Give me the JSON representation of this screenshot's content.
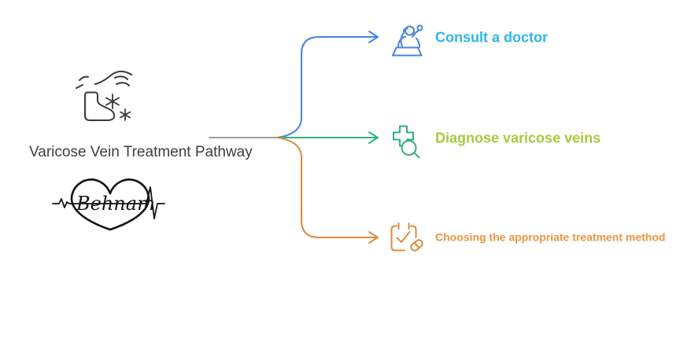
{
  "page": {
    "background": "#ffffff"
  },
  "root_node": {
    "title": "Varicose Vein Treatment Pathway",
    "icon": "foot-massage-icon"
  },
  "watermark": {
    "name": "Behnam",
    "icon": "heart-heartbeat-logo"
  },
  "connector": {
    "stem_color": "#9e9e9e"
  },
  "branches": [
    {
      "label": "Consult a doctor",
      "icon": "online-doctor-icon",
      "line_color": "#4484dd",
      "label_color": "#2ab5f0"
    },
    {
      "label": "Diagnose varicose veins",
      "icon": "medical-cross-magnifier-icon",
      "line_color": "#2fb27c",
      "label_color": "#a3cb3b"
    },
    {
      "label": "Choosing the appropriate treatment method",
      "icon": "treatment-checklist-pill-icon",
      "line_color": "#dd8b3e",
      "label_color": "#ee9440"
    }
  ],
  "colors": {
    "title_text": "#3d3d3d",
    "icon_dark": "#3a3a3a",
    "logo_black": "#141414"
  }
}
